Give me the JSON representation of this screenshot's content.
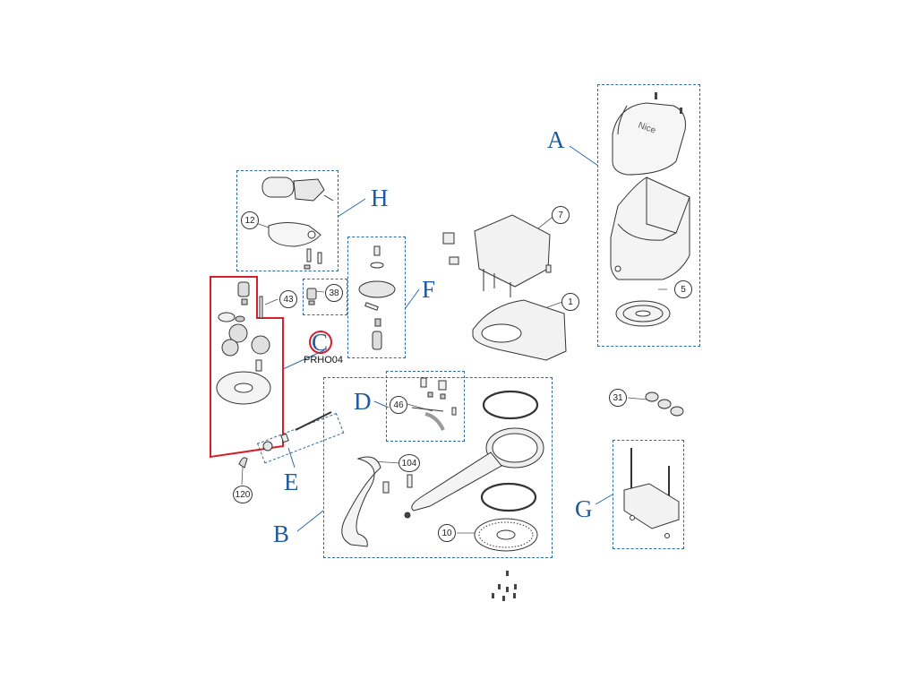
{
  "groups": {
    "A": "A",
    "B": "B",
    "C": "C",
    "D": "D",
    "E": "E",
    "F": "F",
    "G": "G",
    "H": "H"
  },
  "selected_code": "PRHO04",
  "callouts": {
    "c1": "1",
    "c5": "5",
    "c7": "7",
    "c10": "10",
    "c12": "12",
    "c31": "31",
    "c38": "38",
    "c43": "43",
    "c46": "46",
    "c104": "104",
    "c120": "120"
  },
  "colors": {
    "group_border": "#2e6aa8",
    "selected_border": "#d61f2a",
    "letter": "#1f5b9c"
  }
}
